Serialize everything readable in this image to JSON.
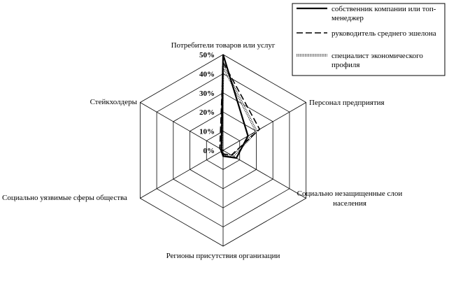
{
  "chart_data": {
    "type": "radar",
    "axes": [
      "Потребители товаров или услуг",
      "Персонал предприятия",
      "Социально незащищенные слои населения",
      "Регионы присутствия организации",
      "Социально уязвимые сферы общества",
      "Стейкхолдеры"
    ],
    "ticks": [
      "0%",
      "10%",
      "20%",
      "30%",
      "40%",
      "50%"
    ],
    "range": [
      0,
      50
    ],
    "grid": true,
    "legend_position": "top-right",
    "series": [
      {
        "name": "собственник компании или топ-менеджер",
        "style": "solid",
        "values": [
          50,
          15,
          8,
          3,
          1,
          1
        ]
      },
      {
        "name": "руководитель среднего эшелона",
        "style": "dashed",
        "values": [
          46,
          22,
          5,
          2,
          1,
          2
        ]
      },
      {
        "name": "специалист экономического профиля",
        "style": "hatched",
        "values": [
          44,
          20,
          6,
          2,
          1,
          1
        ]
      }
    ]
  }
}
